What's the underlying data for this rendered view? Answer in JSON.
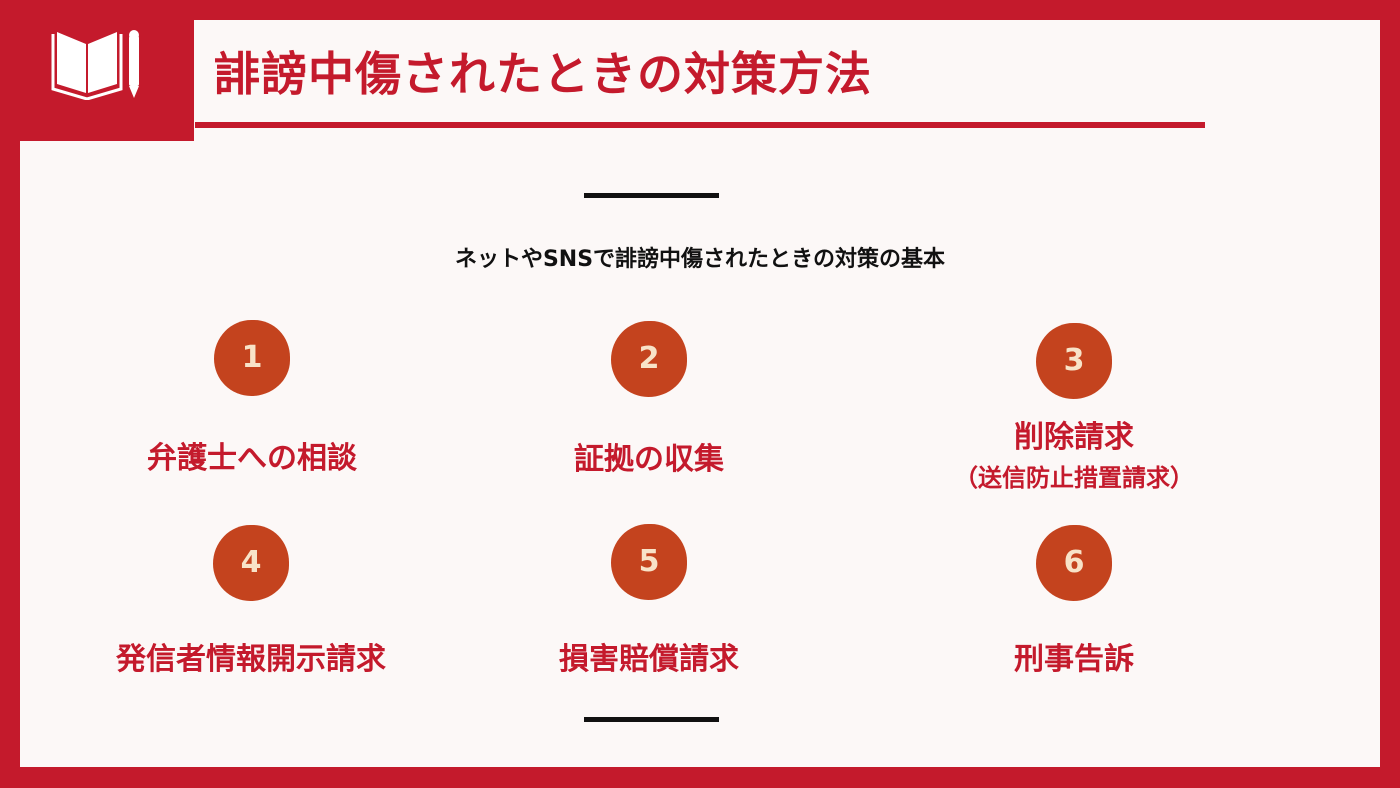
{
  "header": {
    "logo_icon": "book-and-pencil-icon",
    "title": "誹謗中傷されたときの対策方法"
  },
  "main": {
    "subtitle": "ネットやSNSで誹謗中傷されたときの対策の基本",
    "steps": [
      {
        "number": "1",
        "label": "弁護士への相談",
        "sublabel": ""
      },
      {
        "number": "2",
        "label": "証拠の収集",
        "sublabel": ""
      },
      {
        "number": "3",
        "label": "削除請求",
        "sublabel": "（送信防止措置請求）"
      },
      {
        "number": "4",
        "label": "発信者情報開示請求",
        "sublabel": ""
      },
      {
        "number": "5",
        "label": "損害賠償請求",
        "sublabel": ""
      },
      {
        "number": "6",
        "label": "刑事告訴",
        "sublabel": ""
      }
    ]
  },
  "colors": {
    "frame": "#C41A2C",
    "background": "#FCF8F7",
    "badge": "#C4431E",
    "badge_text": "#F8E3C8",
    "label": "#C41A2C",
    "divider": "#111111"
  }
}
